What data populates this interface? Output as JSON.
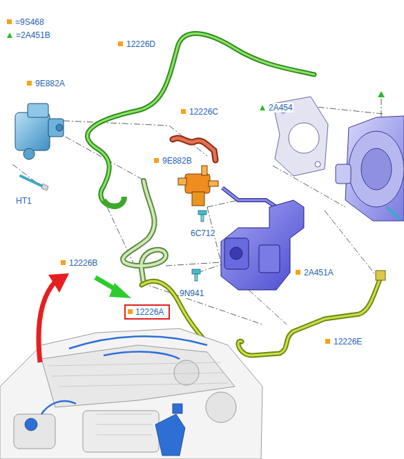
{
  "diagram": {
    "nodes": [
      {
        "text": [
          "12226A"
        ]
      }
    ],
    "labels": [
      "12226D",
      "9E882A",
      "12226C",
      "9E882B",
      "2A454",
      "HT1",
      "6C712",
      "12226B",
      "2A451A",
      "9N941",
      "12226E"
    ],
    "legend": [
      {
        "text": "=9S468",
        "color": "#f5a21b"
      },
      {
        "text": "=2A451B"
      }
    ]
  }
}
